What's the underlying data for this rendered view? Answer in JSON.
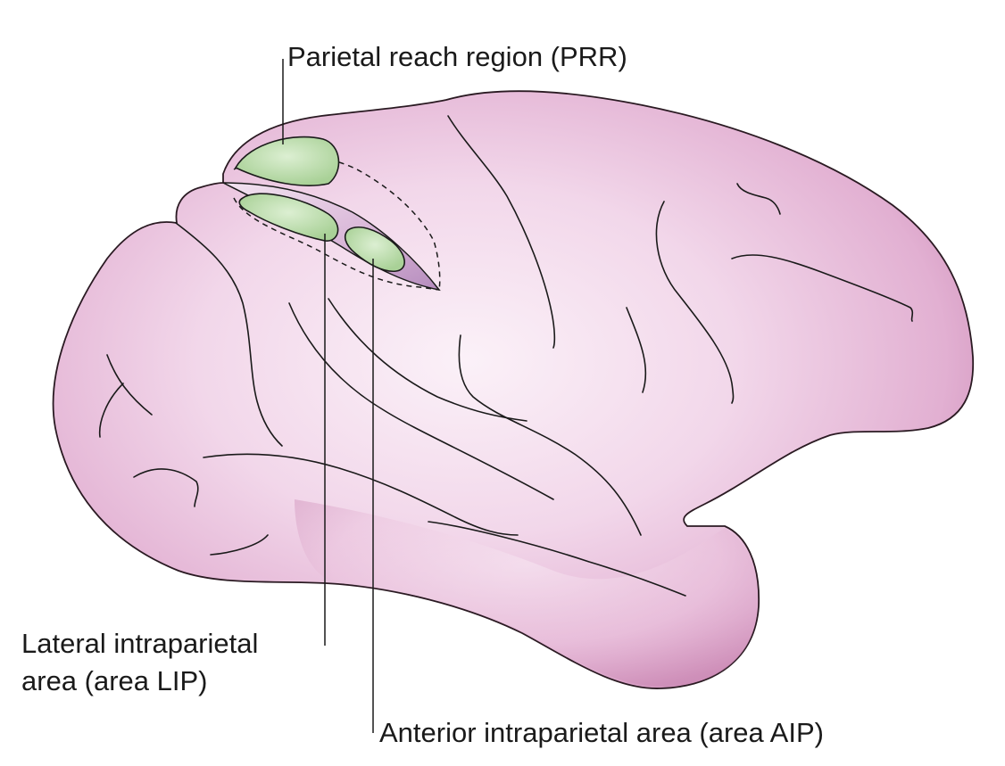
{
  "labels": {
    "prr": "Parietal reach region (PRR)",
    "lip_line1": "Lateral intraparietal",
    "lip_line2": "area (area LIP)",
    "aip": "Anterior intraparietal area (area AIP)"
  },
  "colors": {
    "cortex_base": "#e6b8d6",
    "cortex_light": "#faeef6",
    "cortex_edge": "#c77aa7",
    "sulcus_shadow": "#c89ac4",
    "region_fill": "#c9e3bd",
    "region_fill_dark": "#a9d197",
    "text": "#1a1a1a"
  }
}
